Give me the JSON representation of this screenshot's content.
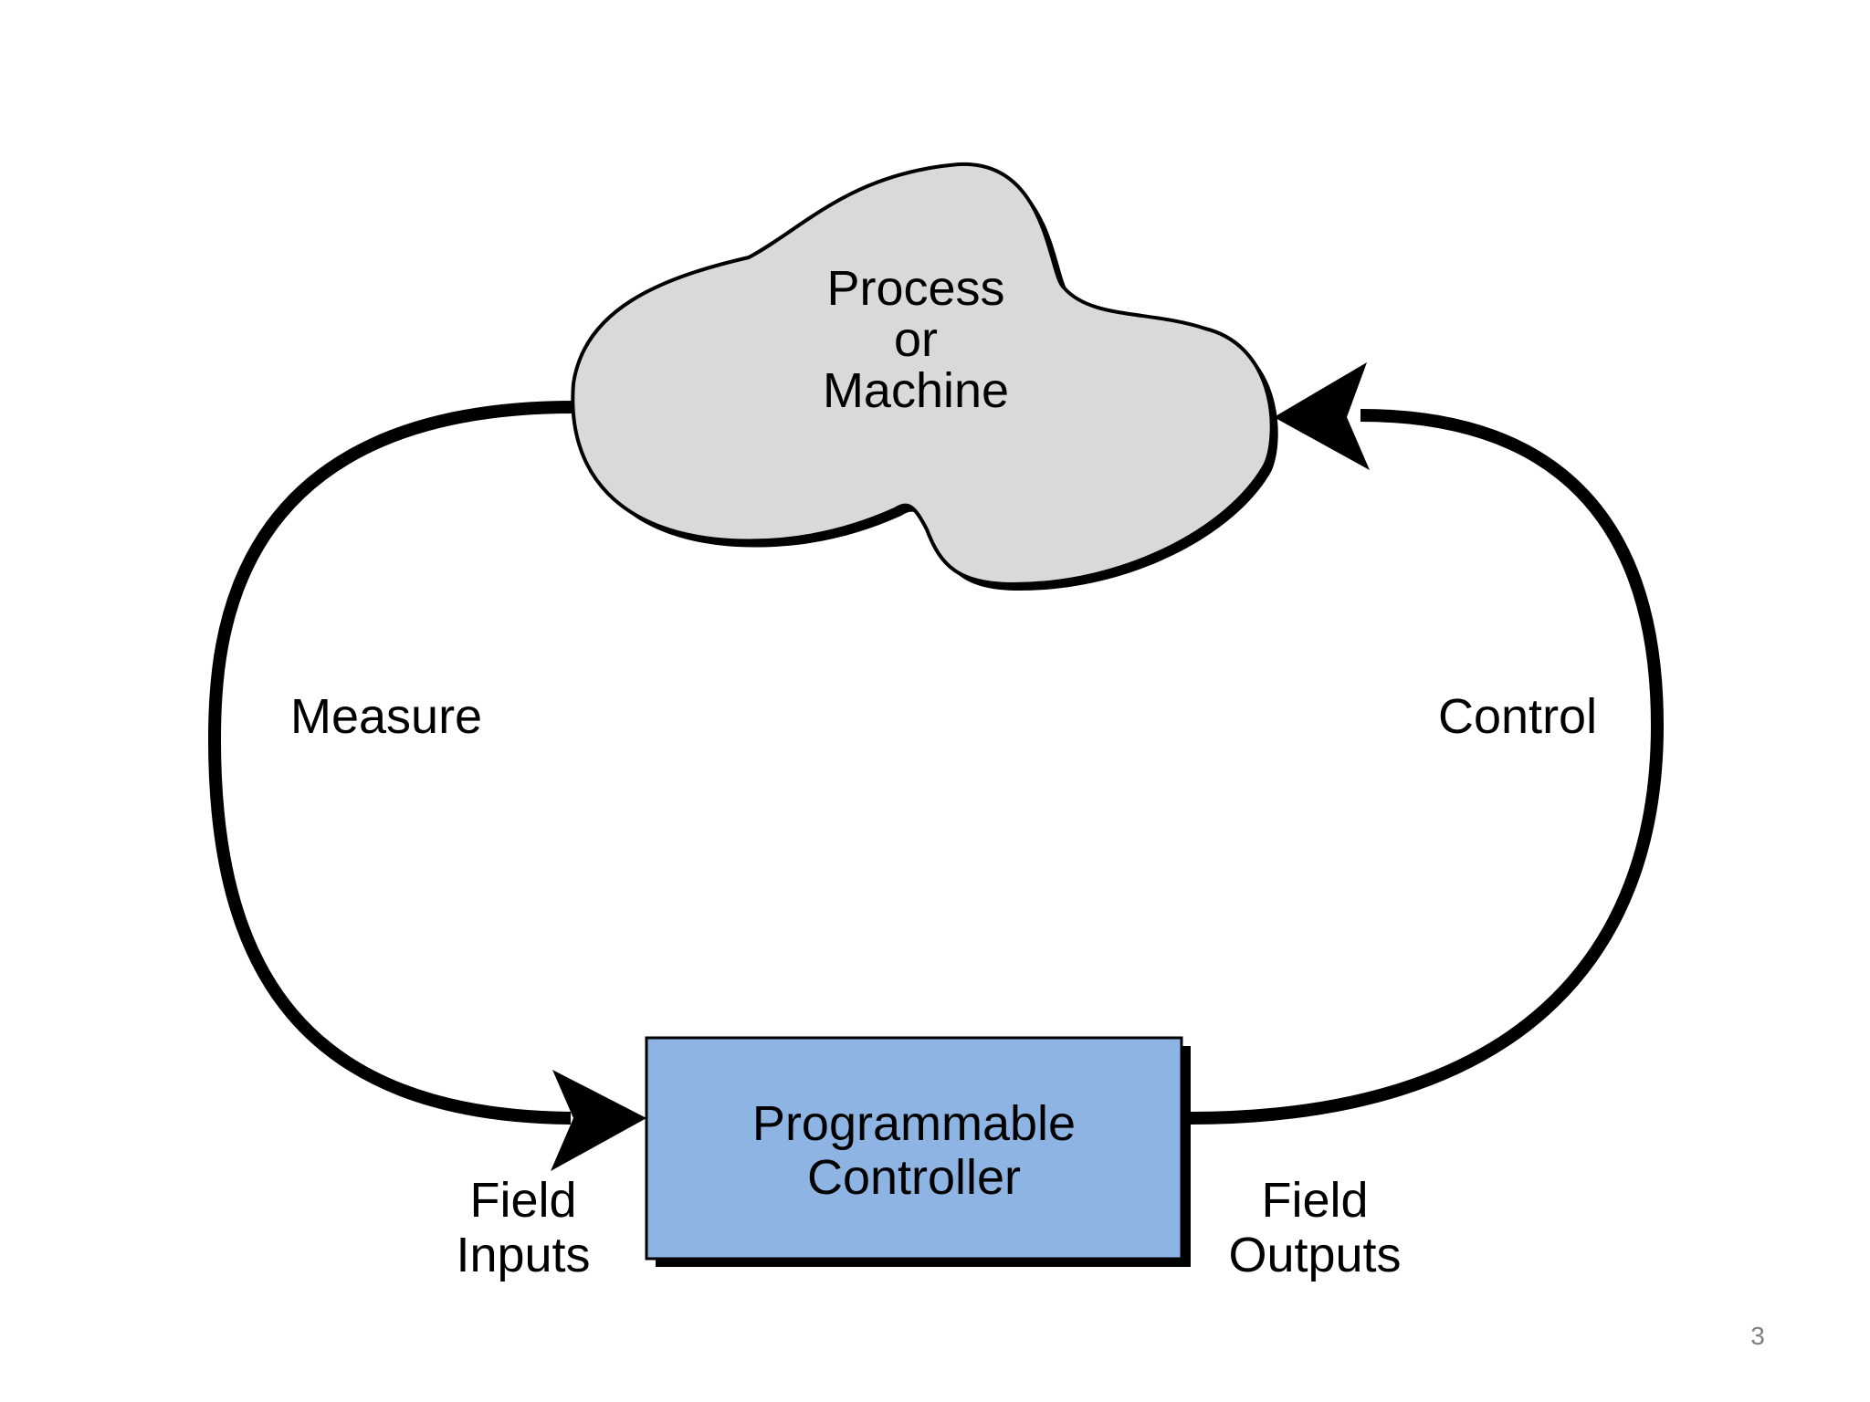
{
  "diagram": {
    "process_node": {
      "lines": [
        "Process",
        "or",
        "Machine"
      ],
      "fill": "#d9d9d9"
    },
    "controller_node": {
      "lines": [
        "Programmable",
        "Controller"
      ],
      "fill": "#8eb4e3"
    },
    "edges": {
      "measure": {
        "label": "Measure"
      },
      "control": {
        "label": "Control"
      }
    },
    "field_inputs": {
      "lines": [
        "Field",
        "Inputs"
      ]
    },
    "field_outputs": {
      "lines": [
        "Field",
        "Outputs"
      ]
    },
    "stroke_color": "#000000"
  },
  "slide": {
    "page_number": "3"
  }
}
